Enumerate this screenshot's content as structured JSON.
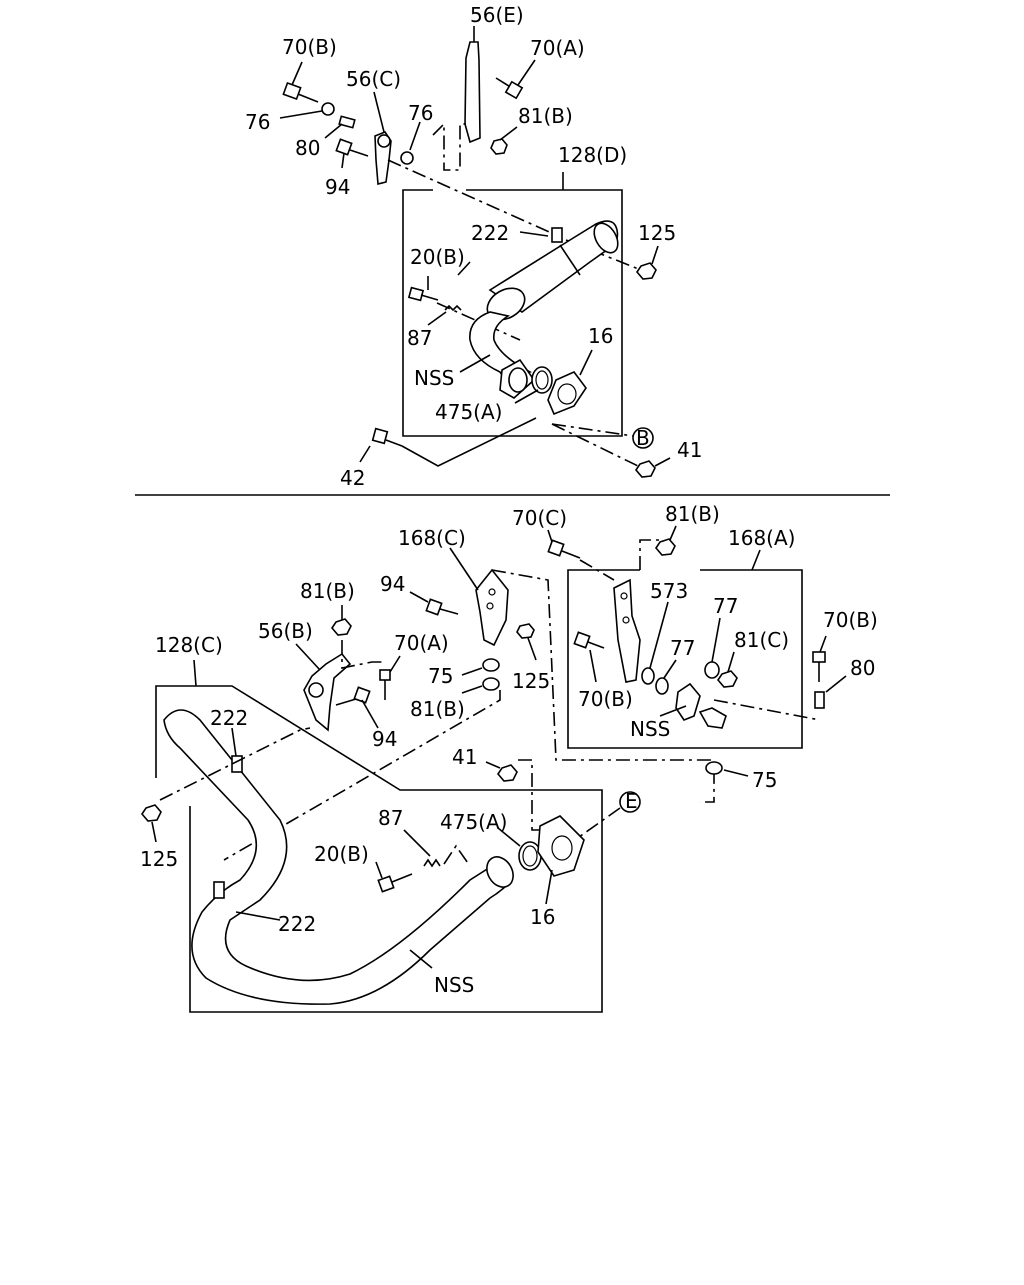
{
  "callouts": {
    "top": {
      "p56e": "56(E)",
      "p70b": "70(B)",
      "p70a": "70(A)",
      "p56c": "56(C)",
      "p76_left": "76",
      "p76_right": "76",
      "p81b": "81(B)",
      "p80": "80",
      "p128d": "128(D)",
      "p94": "94",
      "p222": "222",
      "p125": "125",
      "p20b": "20(B)",
      "p87": "87",
      "p16": "16",
      "nss": "NSS",
      "p475a": "475(A)",
      "ref_b": "B",
      "p41": "41",
      "p42": "42"
    },
    "bottom": {
      "p70c": "70(C)",
      "p81b_top": "81(B)",
      "p168c": "168(C)",
      "p168a": "168(A)",
      "p94_top": "94",
      "p573": "573",
      "p81b_left": "81(B)",
      "p77_upper": "77",
      "p70b_right": "70(B)",
      "p56b": "56(B)",
      "p70a": "70(A)",
      "p128c": "128(C)",
      "p81c": "81(C)",
      "p75_left": "75",
      "p125_mid": "125",
      "p77_lower": "77",
      "p80": "80",
      "p70b_mid": "70(B)",
      "p81b_mid": "81(B)",
      "nss_right": "NSS",
      "p222_top": "222",
      "p94_bot": "94",
      "p75_right": "75",
      "p41": "41",
      "ref_e": "E",
      "p87": "87",
      "p475a": "475(A)",
      "p20b": "20(B)",
      "p125_left": "125",
      "p222_bot": "222",
      "p16": "16",
      "nss_bot": "NSS"
    }
  }
}
